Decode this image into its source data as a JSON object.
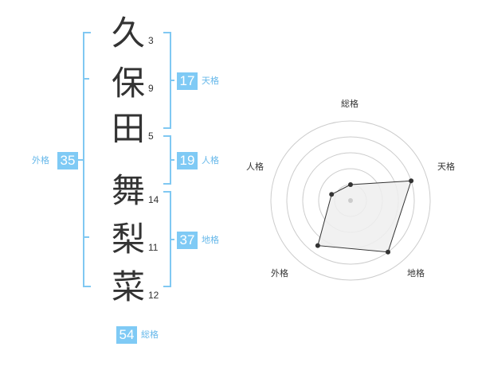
{
  "name_chars": [
    {
      "char": "久",
      "strokes": "3"
    },
    {
      "char": "保",
      "strokes": "9"
    },
    {
      "char": "田",
      "strokes": "5"
    },
    {
      "char": "舞",
      "strokes": "14"
    },
    {
      "char": "梨",
      "strokes": "11"
    },
    {
      "char": "菜",
      "strokes": "12"
    }
  ],
  "fortune": {
    "tenkaku": {
      "value": "17",
      "label": "天格"
    },
    "jinkaku": {
      "value": "19",
      "label": "人格"
    },
    "chikaku": {
      "value": "37",
      "label": "地格"
    },
    "gaikaku": {
      "value": "35",
      "label": "外格"
    },
    "soukaku": {
      "value": "54",
      "label": "総格"
    }
  },
  "chart_data": {
    "type": "radar",
    "axes": [
      "総格",
      "天格",
      "地格",
      "外格",
      "人格"
    ],
    "values": [
      0.2,
      0.8,
      0.8,
      0.7,
      0.25
    ],
    "rings": 5,
    "colors": {
      "fill": "#efefef",
      "line": "#333333",
      "grid": "#cccccc",
      "center": "#cccccc"
    }
  },
  "colors": {
    "accent": "#7fcaf5",
    "label": "#66b8ea"
  }
}
